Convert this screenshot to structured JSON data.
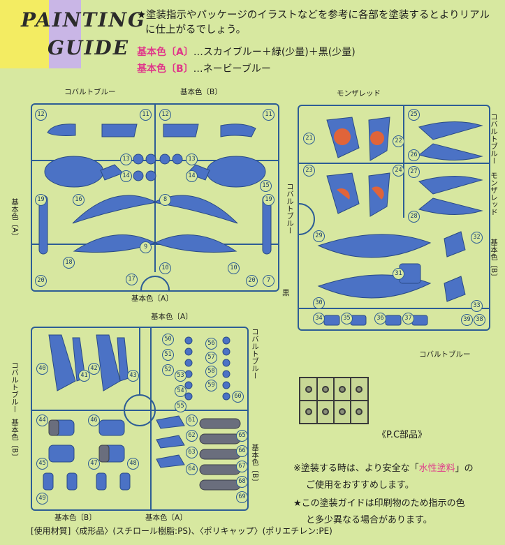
{
  "logo": {
    "line1": "PAINTING",
    "line2": "GUIDE"
  },
  "intro": {
    "line1": "★塗装指示やパッケージのイラストなどを参考に各部を塗装するとよりリアル",
    "line2": "に仕上がるでしょう。"
  },
  "colors": {
    "a_label": "基本色〔A〕",
    "a_text": "…スカイブルー＋緑(少量)＋黒(少量)",
    "b_label": "基本色〔B〕",
    "b_text": "…ネービーブルー"
  },
  "labels": {
    "cobalt": "コバルトブルー",
    "base_b": "基本色〔B〕",
    "base_a": "基本色〔A〕",
    "base_a_v": "基本色〔A〕",
    "base_b_v": "基本色〔B〕",
    "monza": "モンザレッド",
    "cobalt_v": "コバルトブルー",
    "monza_v": "モンザレッド",
    "black": "黒",
    "pc_parts": "《P.C部品》"
  },
  "notes": {
    "water_1a": "※塗装する時は、より安全な「",
    "water_1b": "水性塗料",
    "water_1c": "」の",
    "water_2": "ご使用をおすすめします。",
    "guide_1": "★この塗装ガイドは印刷物のため指示の色",
    "guide_2": "と多少異なる場合があります。"
  },
  "footer": "[使用材質]〈成形品〉(スチロール樹脂:PS)、〈ポリキャップ〉(ポリエチレン:PE)",
  "part_numbers_tl": [
    "12",
    "11",
    "12",
    "11",
    "13",
    "14",
    "13",
    "14",
    "16",
    "15",
    "19",
    "8",
    "19",
    "18",
    "9",
    "10",
    "20",
    "17",
    "10",
    "20",
    "7"
  ],
  "part_numbers_tr": [
    "21",
    "22",
    "23",
    "24",
    "25",
    "26",
    "27",
    "28",
    "29",
    "30",
    "31",
    "32",
    "33",
    "34",
    "35",
    "36",
    "37",
    "38",
    "39"
  ],
  "part_numbers_bl": [
    "40",
    "41",
    "42",
    "43",
    "44",
    "45",
    "46",
    "47",
    "48",
    "49",
    "50",
    "51",
    "52",
    "53",
    "54",
    "55",
    "56",
    "57",
    "58",
    "59",
    "60",
    "61",
    "62",
    "63",
    "64",
    "65",
    "66",
    "67",
    "68",
    "69"
  ],
  "accent_colors": {
    "part_blue": "#4b72c5",
    "frame_blue": "#2d5d95",
    "red": "#e0643a",
    "pink": "#e0368a",
    "bg": "#d7e8a0"
  }
}
